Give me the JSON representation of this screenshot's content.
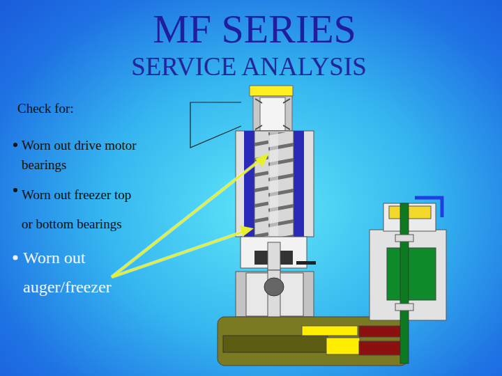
{
  "diagram": {
    "title": "MF SERIES",
    "labels": [
      "SERVICE ANALYSIS",
      "Check for:",
      "Worn out drive motor bearings",
      "Worn out freezer top or bottom bearings",
      "Worn out auger/freezer"
    ]
  }
}
